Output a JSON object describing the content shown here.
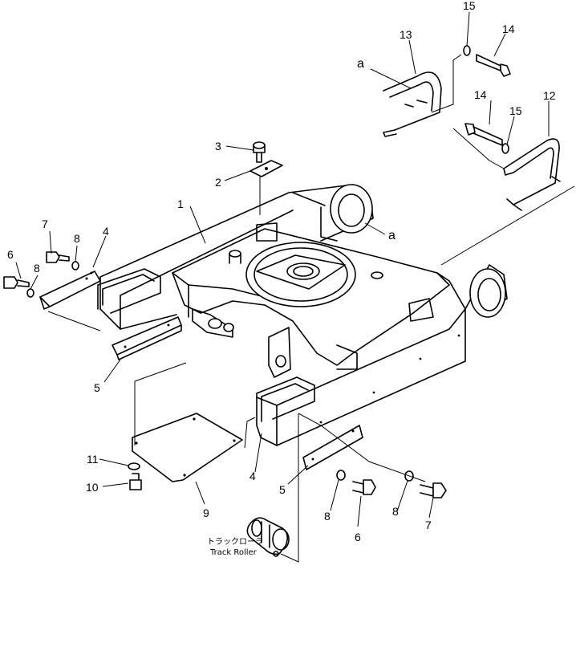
{
  "callouts": {
    "n1": "1",
    "n2": "2",
    "n3": "3",
    "n4a": "4",
    "n4b": "4",
    "n5a": "5",
    "n5b": "5",
    "n6a": "6",
    "n6b": "6",
    "n7a": "7",
    "n7b": "7",
    "n8a": "8",
    "n8b": "8",
    "n8c": "8",
    "n8d": "8",
    "n9": "9",
    "n10": "10",
    "n11": "11",
    "n12": "12",
    "n13": "13",
    "n14a": "14",
    "n14b": "14",
    "n15a": "15",
    "n15b": "15",
    "ref_a1": "a",
    "ref_a2": "a"
  },
  "track_roller": {
    "label_jp": "トラックローラ",
    "label_en": "Track Roller"
  }
}
